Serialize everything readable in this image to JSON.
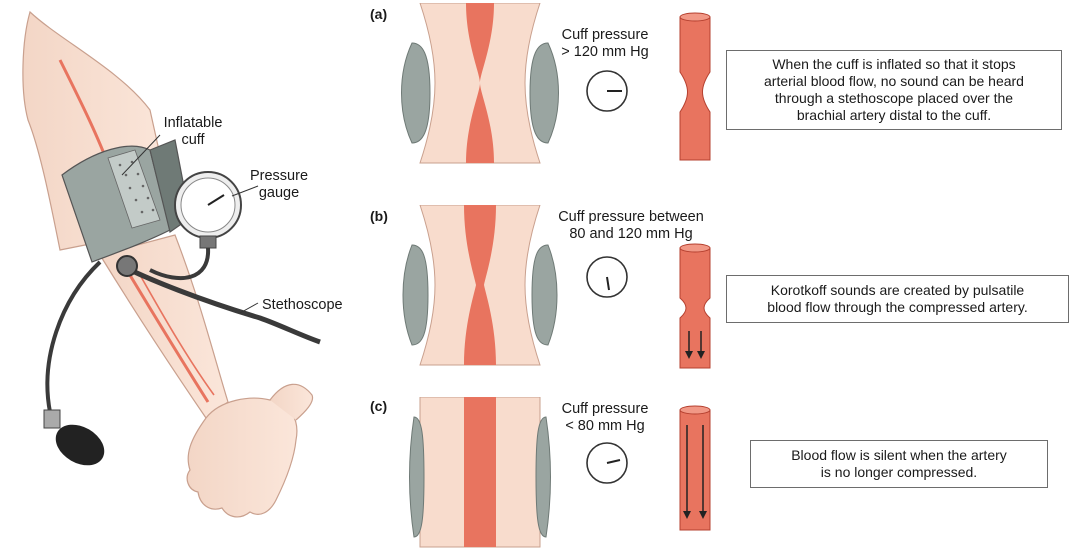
{
  "arm_labels": {
    "cuff": [
      "Inflatable",
      "cuff"
    ],
    "gauge": [
      "Pressure",
      "gauge"
    ],
    "stethoscope": "Stethoscope"
  },
  "panels": [
    {
      "letter": "(a)",
      "pressure": [
        "Cuff pressure",
        "> 120 mm Hg"
      ],
      "note": [
        "When the cuff is inflated so that it stops",
        "arterial blood flow, no sound can be heard",
        "through a stethoscope placed over the",
        "brachial artery distal to the cuff."
      ]
    },
    {
      "letter": "(b)",
      "pressure": [
        "Cuff pressure between",
        "80 and 120 mm Hg"
      ],
      "note": [
        "Korotkoff sounds are created by pulsatile",
        "blood flow through the compressed artery."
      ]
    },
    {
      "letter": "(c)",
      "pressure": [
        "Cuff pressure",
        "< 80 mm Hg"
      ],
      "note": [
        "Blood flow is silent when the artery",
        "is no longer compressed."
      ]
    }
  ],
  "colors": {
    "skin": "#f8dccd",
    "skin_edge": "#c9a08e",
    "artery": "#e8745f",
    "artery_dark": "#b5402f",
    "cuff": "#9aa5a1",
    "cuff_dark": "#6f7a76",
    "tube": "#3a3a3a"
  }
}
